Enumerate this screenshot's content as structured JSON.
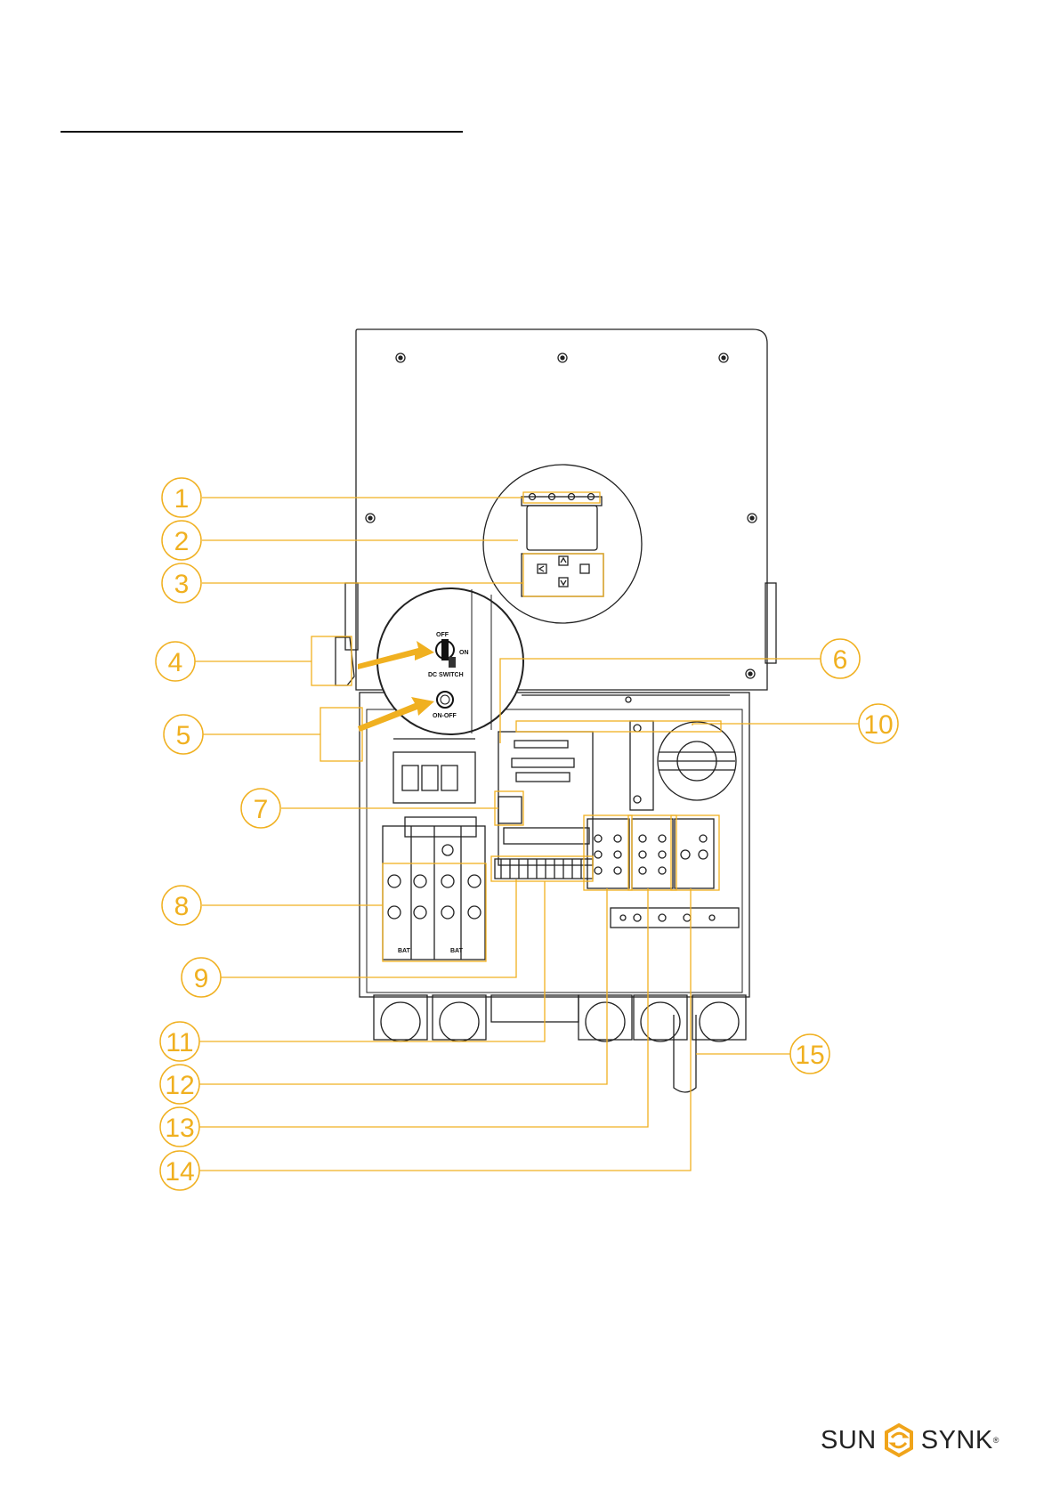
{
  "callouts": [
    {
      "num": "1"
    },
    {
      "num": "2"
    },
    {
      "num": "3"
    },
    {
      "num": "4"
    },
    {
      "num": "5"
    },
    {
      "num": "6"
    },
    {
      "num": "7"
    },
    {
      "num": "8"
    },
    {
      "num": "9"
    },
    {
      "num": "10"
    },
    {
      "num": "11"
    },
    {
      "num": "12"
    },
    {
      "num": "13"
    },
    {
      "num": "14"
    },
    {
      "num": "15"
    }
  ],
  "panel_labels": {
    "dc_switch": "DC SWITCH",
    "switch_off": "OFF",
    "switch_on": "ON",
    "power_button": "ON-OFF",
    "bat_left": "BAT",
    "bat_right": "BAT"
  },
  "colors": {
    "callout": "#f0b020",
    "line_art": "#222222",
    "logo_accent": "#f0a41a"
  },
  "logo": {
    "left": "SUN",
    "right": "SYNK",
    "registered": "®",
    "icon": "sunsynk-swirl-icon"
  }
}
